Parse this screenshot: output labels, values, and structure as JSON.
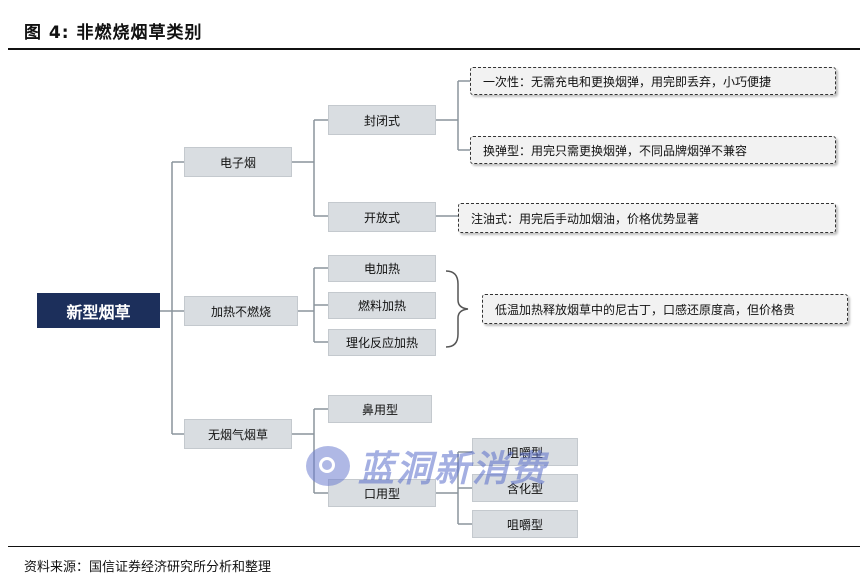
{
  "figure": {
    "title": "图 4:  非燃烧烟草类别",
    "source": "资料来源：国信证券经济研究所分析和整理"
  },
  "tree": {
    "root": "新型烟草",
    "e_cig": {
      "label": "电子烟",
      "closed": "封闭式",
      "open": "开放式"
    },
    "heat_not_burn": {
      "label": "加热不燃烧",
      "electric": "电加热",
      "fuel": "燃料加热",
      "chemical": "理化反应加热"
    },
    "smokeless": {
      "label": "无烟气烟草",
      "nasal": "鼻用型",
      "oral": "口用型",
      "oral_a": "咀嚼型",
      "oral_b": "含化型",
      "oral_c": "咀嚼型"
    }
  },
  "notes": {
    "disposable": "一次性：无需充电和更换烟弹，用完即丢弃，小巧便捷",
    "refill": "换弹型：用完只需更换烟弹，不同品牌烟弹不兼容",
    "open_oil": "注油式：用完后手动加烟油，价格优势显著",
    "heat": "低温加热释放烟草中的尼古丁，口感还原度高，但价格贵"
  },
  "watermark": {
    "text": "蓝洞新消费"
  },
  "colors": {
    "root_bg": "#1c2f5b",
    "node_bg": "#d9dde1",
    "line": "#8a949c"
  }
}
